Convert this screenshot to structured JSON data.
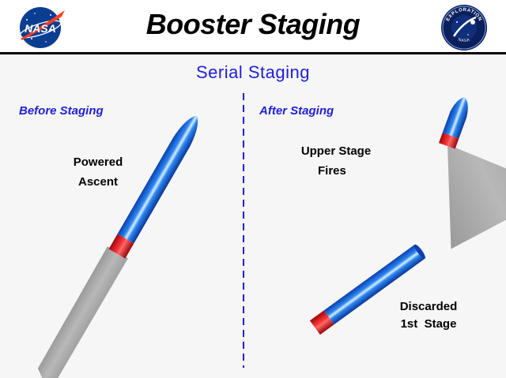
{
  "title": "Booster Staging",
  "subtitle": "Serial Staging",
  "logos": {
    "nasa": {
      "icon": "nasa-meatball-icon",
      "text": "NASA"
    },
    "explore": {
      "icon": "exploration-seal-icon",
      "text": "EXPLORATION",
      "text_bottom": "NASA"
    }
  },
  "before": {
    "label": "Before Staging",
    "note_line1": "Powered",
    "note_line2": "Ascent"
  },
  "after": {
    "label": "After Staging",
    "upper_line1": "Upper Stage",
    "upper_line2": "Fires",
    "discard_line1": "Discarded",
    "discard_line2": "1st  Stage"
  },
  "colors": {
    "accent_blue": "#1f1fd6",
    "rocket_blue": "#1a6fe0",
    "interstage_red": "#e0101a",
    "exhaust_gray": "#a9a9a9"
  }
}
